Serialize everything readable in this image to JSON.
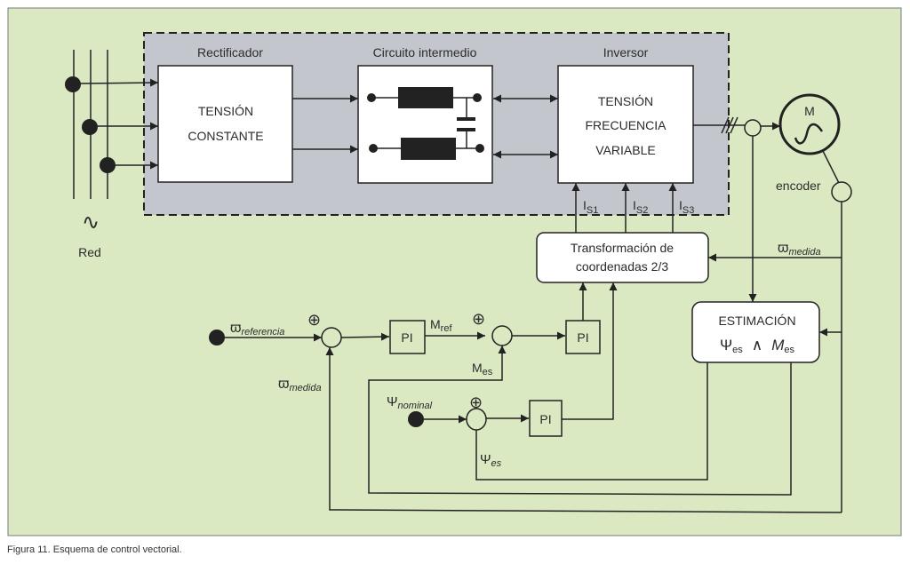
{
  "caption": "Figura 11. Esquema de control vectorial.",
  "colors": {
    "background": "#dbe9c3",
    "converter_box": "#c3c7cd",
    "line": "#222222",
    "block": "#ffffff"
  },
  "network": {
    "label": "Red",
    "symbol": "∿"
  },
  "converter": {
    "rectifier": {
      "title": "Rectificador",
      "line1": "TENSIÓN",
      "line2": "CONSTANTE"
    },
    "dc_link": {
      "title": "Circuito intermedio"
    },
    "inverter": {
      "title": "Inversor",
      "line1": "TENSIÓN",
      "line2": "FRECUENCIA",
      "line3": "VARIABLE"
    },
    "currents": [
      {
        "main": "I",
        "sub": "S1"
      },
      {
        "main": "I",
        "sub": "S2"
      },
      {
        "main": "I",
        "sub": "S3"
      }
    ]
  },
  "motor": {
    "label": "M",
    "symbol": "∿",
    "encoder_label": "encoder"
  },
  "transform": {
    "line1": "Transformación de",
    "line2": "coordenadas 2/3"
  },
  "estimation": {
    "title": "ESTIMACIÓN",
    "psi": "Ψ",
    "psi_sub": "es",
    "and": "∧",
    "m": "M",
    "m_sub": "es"
  },
  "signals": {
    "omega_ref": {
      "main": "ϖ",
      "sub": "referencia"
    },
    "omega_med_left": {
      "main": "ϖ",
      "sub": "medida"
    },
    "omega_med_right": {
      "main": "ϖ",
      "sub": "medida"
    },
    "m_ref": {
      "main": "M",
      "sub": "ref"
    },
    "m_es": {
      "main": "M",
      "sub": "es"
    },
    "psi_nominal": {
      "main": "Ψ",
      "sub": "nominal"
    },
    "psi_es": {
      "main": "Ψ",
      "sub": "es"
    }
  },
  "controllers": [
    {
      "label": "PI"
    },
    {
      "label": "PI"
    },
    {
      "label": "PI"
    }
  ],
  "summing_sign": "⊕"
}
